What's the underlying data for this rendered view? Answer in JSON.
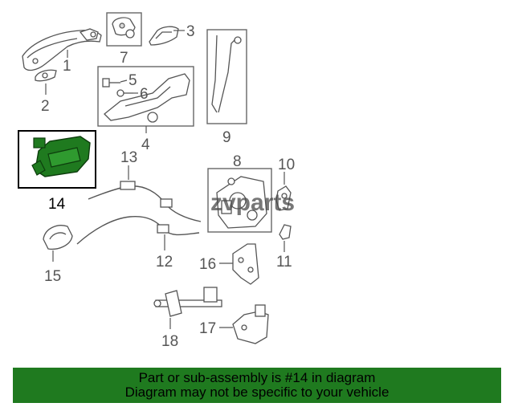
{
  "callouts": {
    "c1": "1",
    "c2": "2",
    "c3": "3",
    "c4": "4",
    "c5": "5",
    "c6": "6",
    "c7": "7",
    "c8": "8",
    "c9": "9",
    "c10": "10",
    "c11": "11",
    "c12": "12",
    "c13": "13",
    "c14": "14",
    "c15": "15",
    "c16": "16",
    "c17": "17",
    "c18": "18"
  },
  "selected_part": "14",
  "watermark": "zvparts",
  "banner": {
    "line1": "Part or sub-assembly is #14 in diagram",
    "line2": "Diagram may not be specific to your vehicle"
  },
  "colors": {
    "banner_bg": "#1f7a1f",
    "highlight_part": "#1f7a1f",
    "line_gray": "#555555"
  }
}
